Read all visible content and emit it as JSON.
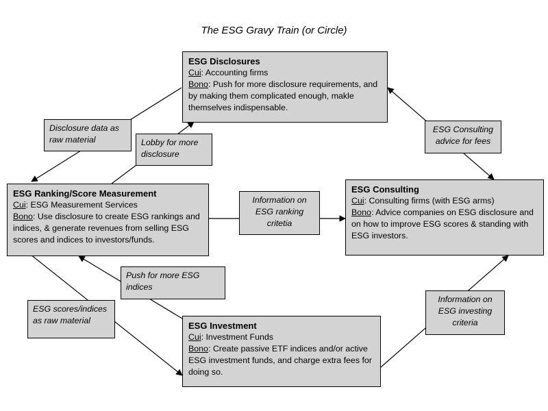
{
  "title": "The ESG Gravy Train (or Circle)",
  "boxes": {
    "disclosures": {
      "title": "ESG Disclosures",
      "cui_label": "Cui",
      "cui_text": ": Accounting firms",
      "bono_label": "Bono",
      "bono_text": ": Push for more disclosure requirements, and by making them complicated enough, makle themselves indispensable."
    },
    "ranking": {
      "title": "ESG Ranking/Score Measurement",
      "cui_label": "Cui",
      "cui_text": ": ESG Measurement Services",
      "bono_label": "Bono",
      "bono_text": ": Use disclosure to create ESG rankings and indices, & generate revenues from selling ESG scores and indices to investors/funds."
    },
    "consulting": {
      "title": "ESG Consulting",
      "cui_label": "Cui",
      "cui_text": ": Consulting firms (with ESG arms)",
      "bono_label": "Bono",
      "bono_text": ": Advice companies on ESG disclosure and on how to improve ESG scores & standing with ESG investors."
    },
    "investment": {
      "title": "ESG Investment",
      "cui_label": "Cui",
      "cui_text": ": Investment Funds",
      "bono_label": "Bono",
      "bono_text": ": Create passive ETF indices and/or active ESG investment funds, and charge extra fees for doing so."
    }
  },
  "edge_labels": {
    "disclosure_data": "Disclosure data as raw material",
    "lobby": "Lobby for more disclosure",
    "consulting_advice": "ESG Consulting advice for fees",
    "info_ranking": "Information on ESG ranking critetia",
    "push_indices": "Push for more ESG indices",
    "scores_raw": "ESG scores/indices as raw material",
    "info_investing": "Information on ESG investing criteria"
  }
}
